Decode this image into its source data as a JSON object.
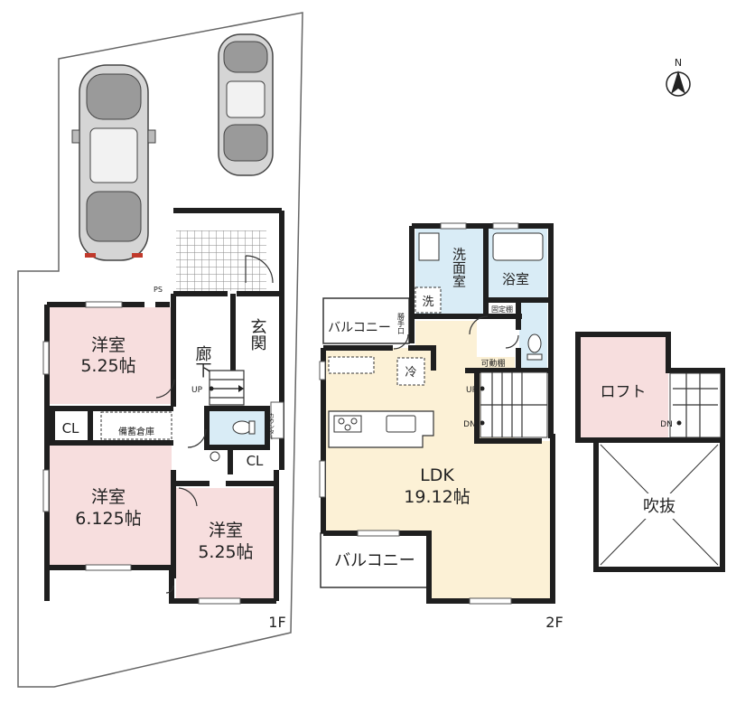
{
  "colors": {
    "bedroom": "#f7dede",
    "ldk": "#fcf1d6",
    "wet": "#d9ecf6",
    "corridor": "#ffffff",
    "wall": "#1f1f1f",
    "lot_outline": "#666666",
    "tile": "#8a8a8a"
  },
  "icons": [
    "north-arrow-icon",
    "car-icon",
    "stair-icon",
    "washer-icon",
    "fridge-icon",
    "stove-icon",
    "toilet-icon",
    "bathtub-icon"
  ],
  "north": "N",
  "floor1": {
    "label": "1F",
    "room_a": {
      "name": "洋室",
      "size": "5.25帖"
    },
    "room_b": {
      "name": "洋室",
      "size": "6.125帖"
    },
    "room_c": {
      "name": "洋室",
      "size": "5.25帖"
    },
    "corridor": "廊下",
    "entrance": "玄関",
    "closet_1": "CL",
    "closet_2": "CL",
    "storage": "備蓄倉庫",
    "counter": "カウンター",
    "ps": "PS",
    "up": "UP"
  },
  "floor2": {
    "label": "2F",
    "ldk": {
      "name": "LDK",
      "size": "19.12帖"
    },
    "washroom": "洗面室",
    "bath": "浴室",
    "balcony_top": "バルコニー",
    "balcony_bottom": "バルコニー",
    "back_door": "勝手口",
    "fixed_shelf": "固定棚",
    "movable_shelf": "可動棚",
    "washer": "洗",
    "fridge": "冷",
    "up": "UP",
    "dn": "DN"
  },
  "loft": {
    "loft_room": "ロフト",
    "void": "吹抜",
    "dn": "DN"
  }
}
